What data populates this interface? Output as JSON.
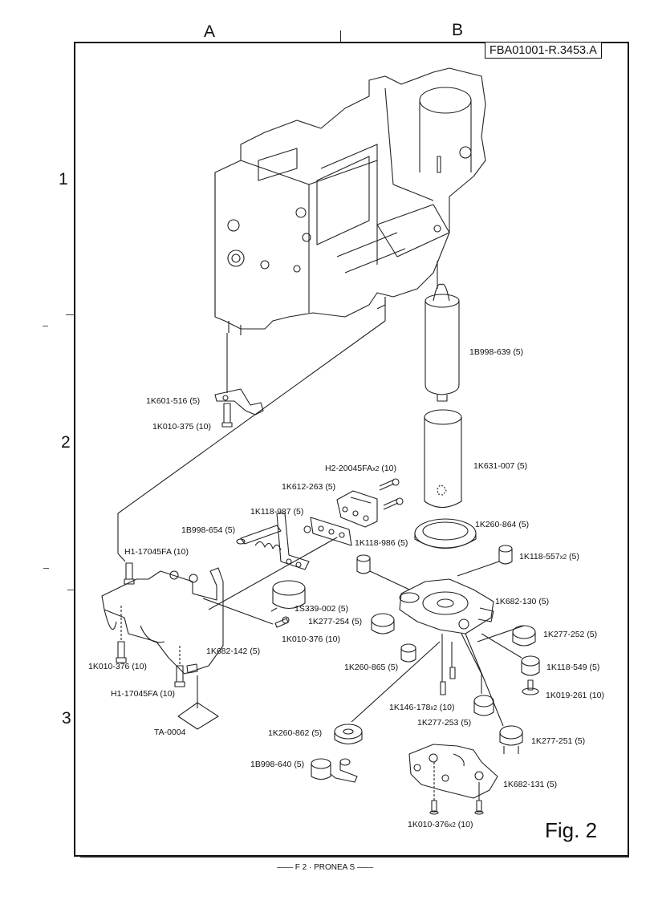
{
  "document": {
    "reference": "FBA01001-R.3453.A",
    "figure_label": "Fig. 2",
    "footer": "F 2 · PRONEA S",
    "model": "PRONEA S"
  },
  "grid": {
    "columns": [
      "A",
      "B"
    ],
    "rows": [
      "1",
      "2",
      "3"
    ]
  },
  "parts": [
    {
      "id": "1B998-639",
      "qty": "(5)",
      "multiplier": ""
    },
    {
      "id": "1K601-516",
      "qty": "(5)",
      "multiplier": ""
    },
    {
      "id": "1K010-375",
      "qty": "(10)",
      "multiplier": ""
    },
    {
      "id": "H2-20045FA",
      "qty": "(10)",
      "multiplier": "x2"
    },
    {
      "id": "1K612-263",
      "qty": "(5)",
      "multiplier": ""
    },
    {
      "id": "1K631-007",
      "qty": "(5)",
      "multiplier": ""
    },
    {
      "id": "1K118-987",
      "qty": "(5)",
      "multiplier": ""
    },
    {
      "id": "1B998-654",
      "qty": "(5)",
      "multiplier": ""
    },
    {
      "id": "1K260-864",
      "qty": "(5)",
      "multiplier": ""
    },
    {
      "id": "H1-17045FA",
      "qty": "(10)",
      "multiplier": ""
    },
    {
      "id": "1K118-986",
      "qty": "(5)",
      "multiplier": ""
    },
    {
      "id": "1K118-557",
      "qty": "(5)",
      "multiplier": "x2"
    },
    {
      "id": "1K682-130",
      "qty": "(5)",
      "multiplier": ""
    },
    {
      "id": "1S339-002",
      "qty": "(5)",
      "multiplier": ""
    },
    {
      "id": "1K277-254",
      "qty": "(5)",
      "multiplier": ""
    },
    {
      "id": "1K277-252",
      "qty": "(5)",
      "multiplier": ""
    },
    {
      "id": "1K010-376",
      "qty": "(10)",
      "multiplier": ""
    },
    {
      "id": "1K010-376",
      "qty": "(10)",
      "multiplier": ""
    },
    {
      "id": "1K682-142",
      "qty": "(5)",
      "multiplier": ""
    },
    {
      "id": "1K260-865",
      "qty": "(5)",
      "multiplier": ""
    },
    {
      "id": "1K118-549",
      "qty": "(5)",
      "multiplier": ""
    },
    {
      "id": "H1-17045FA",
      "qty": "(10)",
      "multiplier": ""
    },
    {
      "id": "1K019-261",
      "qty": "(10)",
      "multiplier": ""
    },
    {
      "id": "1K146-178",
      "qty": "(10)",
      "multiplier": "x2"
    },
    {
      "id": "1K277-253",
      "qty": "(5)",
      "multiplier": ""
    },
    {
      "id": "TA-0004",
      "qty": "",
      "multiplier": ""
    },
    {
      "id": "1K260-862",
      "qty": "(5)",
      "multiplier": ""
    },
    {
      "id": "1K277-251",
      "qty": "(5)",
      "multiplier": ""
    },
    {
      "id": "1B998-640",
      "qty": "(5)",
      "multiplier": ""
    },
    {
      "id": "1K682-131",
      "qty": "(5)",
      "multiplier": ""
    },
    {
      "id": "1K010-376",
      "qty": "(10)",
      "multiplier": "x2"
    }
  ]
}
